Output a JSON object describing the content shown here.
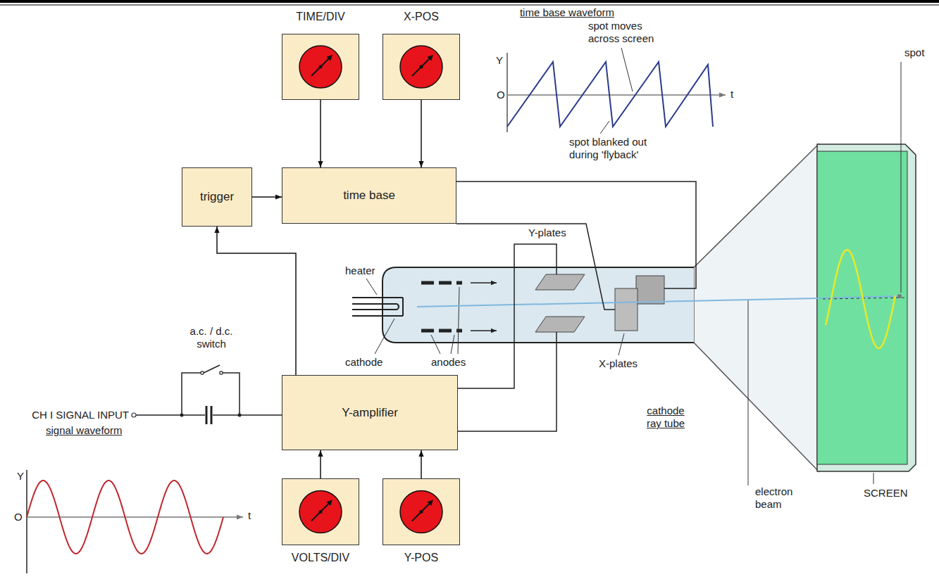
{
  "diagram": {
    "nodes": [
      {
        "text": [
          "TIME/DIV"
        ]
      },
      {
        "text": [
          "X-POS"
        ]
      },
      {
        "text": [
          "trigger"
        ]
      },
      {
        "text": [
          "time base"
        ]
      },
      {
        "text": [
          "Y-amplifier"
        ]
      },
      {
        "text": [
          "VOLTS/DIV"
        ]
      },
      {
        "text": [
          "Y-POS"
        ]
      }
    ],
    "edges": [
      {
        "from": 0,
        "to": 3,
        "arrow": "to"
      },
      {
        "from": 1,
        "to": 3,
        "arrow": "to"
      },
      {
        "from": 2,
        "to": 3,
        "arrow": "to"
      },
      {
        "from": 4,
        "to": 2,
        "arrow": "to"
      },
      {
        "from": 5,
        "to": 4,
        "arrow": "to"
      },
      {
        "from": 6,
        "to": 4,
        "arrow": "to"
      }
    ],
    "labels": [
      "time base waveform",
      "Y",
      "O",
      "t",
      "spot moves across screen",
      "spot blanked out during 'flyback'",
      "spot",
      "heater",
      "Y-plates",
      "cathode",
      "anodes",
      "X-plates",
      "a.c. / d.c. switch",
      "CH I SIGNAL INPUT",
      "cathode ray tube",
      "electron beam",
      "SCREEN",
      "signal waveform",
      "Y",
      "O",
      "t"
    ]
  }
}
